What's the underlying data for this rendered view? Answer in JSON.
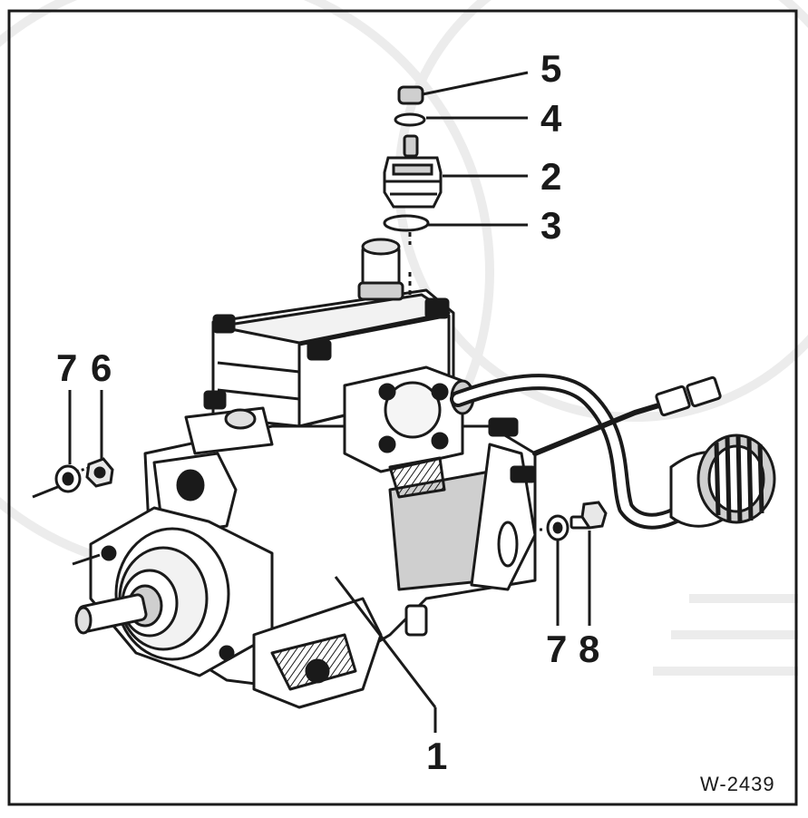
{
  "figure": {
    "id": "W-2439",
    "callouts": [
      {
        "key": "c5",
        "text": "5"
      },
      {
        "key": "c4",
        "text": "4"
      },
      {
        "key": "c2",
        "text": "2"
      },
      {
        "key": "c3",
        "text": "3"
      },
      {
        "key": "c7a",
        "text": "7"
      },
      {
        "key": "c6",
        "text": "6"
      },
      {
        "key": "c7b",
        "text": "7"
      },
      {
        "key": "c8",
        "text": "8"
      },
      {
        "key": "c1",
        "text": "1"
      }
    ]
  },
  "colors": {
    "ink": "#1a1a1a",
    "paper": "#ffffff",
    "shadow": "#cfcfcf",
    "ghost": "#ededed"
  }
}
